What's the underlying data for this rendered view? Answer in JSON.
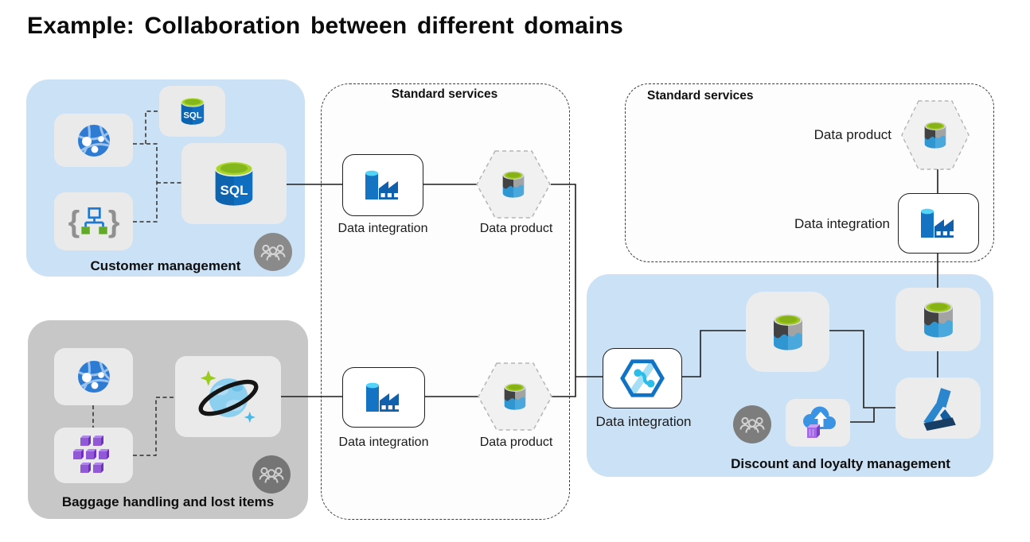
{
  "title": "Example: Collaboration between different domains",
  "services_left": {
    "title": "Standard services",
    "top": {
      "integration": "Data integration",
      "product": "Data product"
    },
    "bottom": {
      "integration": "Data integration",
      "product": "Data product"
    }
  },
  "services_right": {
    "title": "Standard services",
    "product": "Data product",
    "integration": "Data integration"
  },
  "domains": {
    "customer": {
      "label": "Customer management"
    },
    "baggage": {
      "label": "Baggage handling and lost items"
    },
    "discount": {
      "label": "Discount and loyalty management",
      "integration": "Data integration"
    }
  },
  "icons": {
    "sql_label": "SQL",
    "api_brace_open": "{",
    "api_brace_close": "}",
    "names": [
      "web-app-globe-icon",
      "sql-database-icon",
      "api-management-icon",
      "team-people-icon",
      "data-factory-icon",
      "data-product-cylinder-icon",
      "cosmos-db-icon",
      "container-cluster-icon",
      "synapse-icon",
      "cloud-upload-container-icon",
      "machine-learning-icon",
      "hexagon-data-product-frame"
    ]
  },
  "colors": {
    "domain_blue": "#cbe1f5",
    "domain_gray": "#c7c7c7",
    "tile_gray": "#eaeaea",
    "azure_blue": "#1573c4",
    "lime_green": "#9dc820",
    "cyan": "#50d2f7",
    "purple": "#9159d6",
    "people_gray": "#7d7d7d",
    "line_black": "#1d1d1d"
  }
}
